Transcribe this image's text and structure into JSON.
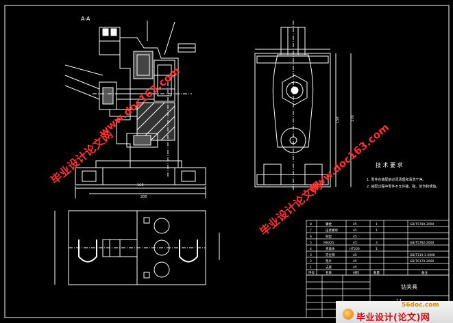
{
  "drawing": {
    "views": {
      "main": {
        "label": "A-A"
      },
      "dims_main": [
        "160",
        "200"
      ],
      "dims_side": [
        "150",
        "170"
      ]
    },
    "watermark": {
      "site_text_1": "毕业设计论文网",
      "site_text_2": "www.doc163.com",
      "site_text_3": "毕业设计论文网",
      "site_text_4": "www.doc163.com"
    },
    "tech_requirements": {
      "title": "技 术 要 求",
      "items": [
        "1. 零件在装配前必须清理和清洗干净。",
        "2. 装配过程中零件不允许磕、碰、划伤和锈蚀。"
      ]
    },
    "parts_list": {
      "rows": [
        {
          "no": "8",
          "name": "螺栓",
          "material": "45",
          "qty": "1",
          "std": "GB/T5780-2000"
        },
        {
          "no": "7",
          "name": "压紧螺母",
          "material": "45",
          "qty": "1",
          "std": ""
        },
        {
          "no": "6",
          "name": "钩型",
          "material": "45",
          "qty": "",
          "std": ""
        },
        {
          "no": "5",
          "name": "M8X25",
          "material": "45",
          "qty": "3",
          "std": "GB/T5782-2000"
        },
        {
          "no": "4",
          "name": "夹具体",
          "material": "HT200",
          "qty": "1",
          "std": ""
        },
        {
          "no": "3",
          "name": "定位销",
          "material": "45",
          "qty": "",
          "std": "GB/T119.1-2000"
        },
        {
          "no": "2",
          "name": "垫片",
          "material": "45",
          "qty": "",
          "std": "GB/T6170-2000"
        },
        {
          "no": "1",
          "name": "支座",
          "material": "45",
          "qty": "",
          "std": ""
        }
      ],
      "header": {
        "no": "序号",
        "name": "名称",
        "material": "材料",
        "qty": "数量",
        "note": "备注"
      }
    },
    "title_block": {
      "title": "钻夹具",
      "scale": "1:1"
    }
  },
  "brand": {
    "domain": "56doc.com",
    "name": "毕业设计(论文)网"
  },
  "colors": {
    "outline": "#ffffff",
    "dimension": "#ffffff",
    "watermark": "#ff3030",
    "background": "#000000"
  }
}
